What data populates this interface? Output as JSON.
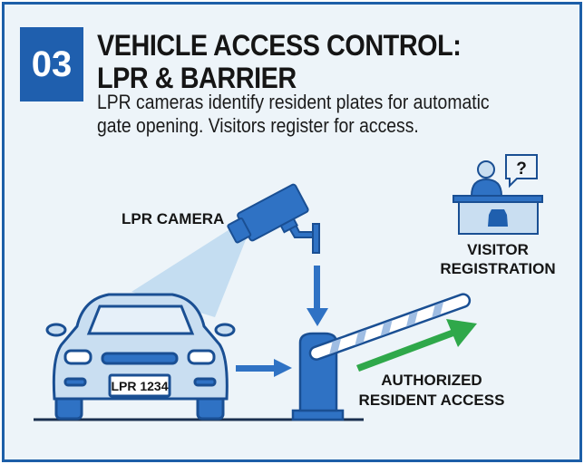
{
  "badge": "03",
  "title": {
    "line1": "VEHICLE ACCESS CONTROL:",
    "line2": "LPR & BARRIER"
  },
  "subtitle": {
    "line1": "LPR cameras identify resident plates for automatic",
    "line2": "gate opening. Visitors register for access."
  },
  "labels": {
    "camera": "LPR CAMERA",
    "visitor_line1": "VISITOR",
    "visitor_line2": "REGISTRATION",
    "authorized_line1": "AUTHORIZED",
    "authorized_line2": "RESIDENT ACCESS",
    "plate": "LPR 1234",
    "question": "?"
  },
  "colors": {
    "primary": "#1f5fae",
    "light": "#c9def1",
    "green": "#2fa84a",
    "frame": "#1d5fa8"
  }
}
